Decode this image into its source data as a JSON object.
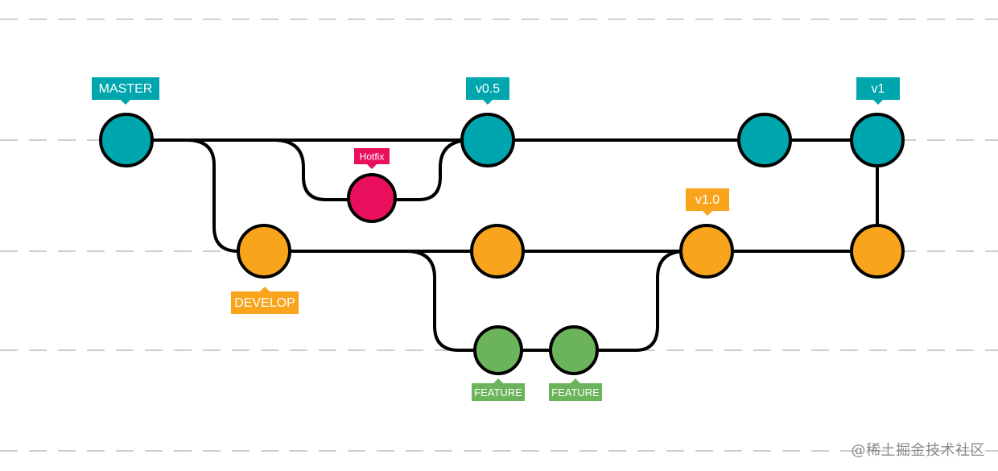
{
  "colors": {
    "master": "#00a6ad",
    "develop": "#f8a41d",
    "hotfix": "#e8105d",
    "feature": "#6cb45b",
    "line": "#000000",
    "guide": "#bdbdbd"
  },
  "branches": [
    {
      "id": "master",
      "label": "MASTER",
      "color": "master"
    },
    {
      "id": "develop",
      "label": "DEVELOP",
      "color": "develop"
    },
    {
      "id": "hotfix",
      "label": "Hotfix",
      "color": "hotfix"
    },
    {
      "id": "feature",
      "label": "FEATURE",
      "color": "feature"
    }
  ],
  "tags": {
    "master": "MASTER",
    "v05": "v0.5",
    "v1": "v1",
    "hotfix": "Hotfix",
    "v10": "v1.0",
    "develop": "DEVELOP",
    "feature_a": "FEATURE",
    "feature_b": "FEATURE"
  },
  "watermark": "@稀土掘金技术社区"
}
